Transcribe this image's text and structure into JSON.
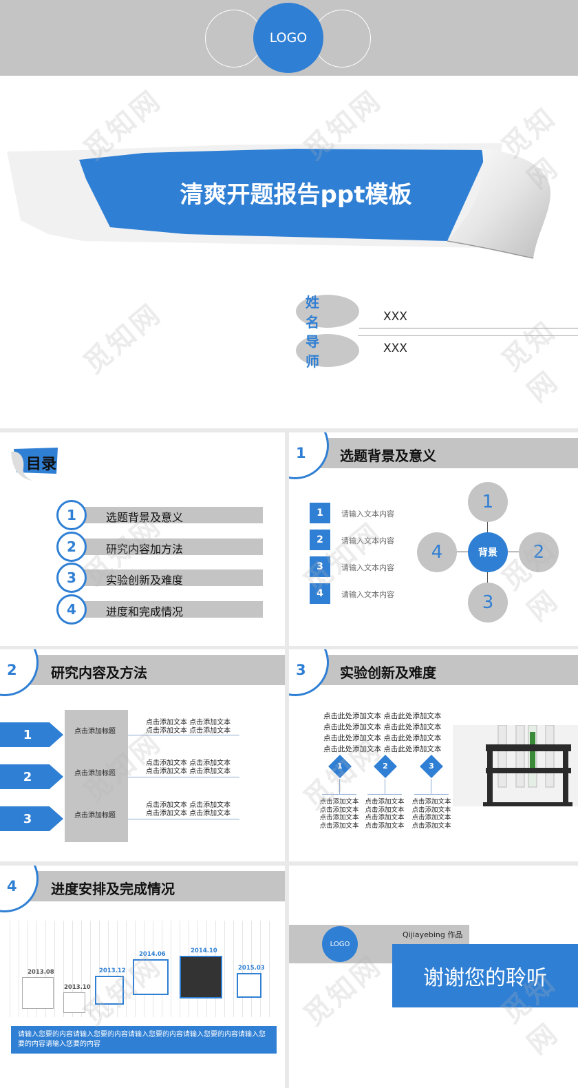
{
  "cover": {
    "logo": "LOGO",
    "title": "清爽开题报告ppt模板",
    "name_label": "姓 名",
    "name_value": "XXX",
    "advisor_label": "导 师",
    "advisor_value": "XXX"
  },
  "watermark": "觅知网",
  "toc": {
    "title": "目录",
    "items": [
      {
        "num": "1",
        "label": "选题背景及意义"
      },
      {
        "num": "2",
        "label": "研究内容加方法"
      },
      {
        "num": "3",
        "label": "实验创新及难度"
      },
      {
        "num": "4",
        "label": "进度和完成情况"
      }
    ]
  },
  "section1": {
    "num": "1",
    "title": "选题背景及意义",
    "list": [
      {
        "num": "1",
        "text": "请输入文本内容"
      },
      {
        "num": "2",
        "text": "请输入文本内容"
      },
      {
        "num": "3",
        "text": "请输入文本内容"
      },
      {
        "num": "4",
        "text": "请输入文本内容"
      }
    ],
    "center": "背景",
    "nodes": [
      "1",
      "2",
      "3",
      "4"
    ]
  },
  "section2": {
    "num": "2",
    "title": "研究内容及方法",
    "rows": [
      {
        "num": "1",
        "label": "点击添加标题",
        "text1": "点击添加文本 点击添加文本",
        "text2": "点击添加文本 点击添加文本"
      },
      {
        "num": "2",
        "label": "点击添加标题",
        "text1": "点击添加文本 点击添加文本",
        "text2": "点击添加文本 点击添加文本"
      },
      {
        "num": "3",
        "label": "点击添加标题",
        "text1": "点击添加文本 点击添加文本",
        "text2": "点击添加文本 点击添加文本"
      }
    ]
  },
  "section3": {
    "num": "3",
    "title": "实验创新及难度",
    "lines": [
      "点击此处添加文本 点击此处添加文本",
      "点击此处添加文本 点击此处添加文本",
      "点击此处添加文本 点击此处添加文本",
      "点击此处添加文本 点击此处添加文本"
    ],
    "steps": [
      {
        "num": "1",
        "text": [
          "点击添加文本",
          "点击添加文本",
          "点击添加文本",
          "点击添加文本"
        ]
      },
      {
        "num": "2",
        "text": [
          "点击添加文本",
          "点击添加文本",
          "点击添加文本",
          "点击添加文本"
        ]
      },
      {
        "num": "3",
        "text": [
          "点击添加文本",
          "点击添加文本",
          "点击添加文本",
          "点击添加文本"
        ]
      }
    ]
  },
  "section4": {
    "num": "4",
    "title": "进度安排及完成情况",
    "dates": [
      "2013.08",
      "2013.10",
      "2013.12",
      "2014.06",
      "2014.10",
      "2015.03"
    ],
    "box_text": "请输入您要的内容请输入您要的内容请输入您要的内容请输入您要的内容请输入您要的内容请输入您要的内容"
  },
  "ending": {
    "logo": "LOGO",
    "author": "Qijiayebing 作品",
    "thanks": "谢谢您的聆听"
  }
}
